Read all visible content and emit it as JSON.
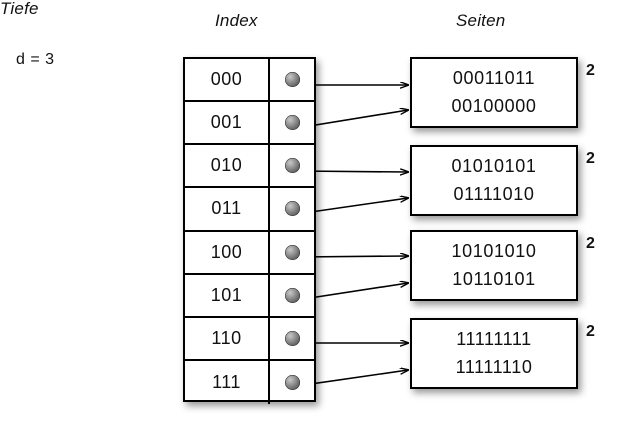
{
  "diagram": {
    "title_left": "Tiefe",
    "depth_label": "d = 3",
    "columns": {
      "index_header": "Index",
      "pages_header": "Seiten"
    },
    "index_entries": [
      {
        "key": "000",
        "pointer_icon": "filled-circle-pointer",
        "target": 0
      },
      {
        "key": "001",
        "pointer_icon": "filled-circle-pointer",
        "target": 0
      },
      {
        "key": "010",
        "pointer_icon": "filled-circle-pointer",
        "target": 1
      },
      {
        "key": "011",
        "pointer_icon": "filled-circle-pointer",
        "target": 1
      },
      {
        "key": "100",
        "pointer_icon": "filled-circle-pointer",
        "target": 2
      },
      {
        "key": "101",
        "pointer_icon": "filled-circle-pointer",
        "target": 2
      },
      {
        "key": "110",
        "pointer_icon": "filled-circle-pointer",
        "target": 3
      },
      {
        "key": "111",
        "pointer_icon": "filled-circle-pointer",
        "target": 3
      }
    ],
    "pages": [
      {
        "line1": "00011011",
        "line2": "00100000",
        "local_depth": "2"
      },
      {
        "line1": "01010101",
        "line2": "01111010",
        "local_depth": "2"
      },
      {
        "line1": "10101010",
        "line2": "10110101",
        "local_depth": "2"
      },
      {
        "line1": "11111111",
        "line2": "11111110",
        "local_depth": "2"
      }
    ],
    "colors": {
      "background": "#ffffff",
      "stroke": "#000000",
      "text": "#111111",
      "bullet": "#6f6f6f"
    }
  }
}
